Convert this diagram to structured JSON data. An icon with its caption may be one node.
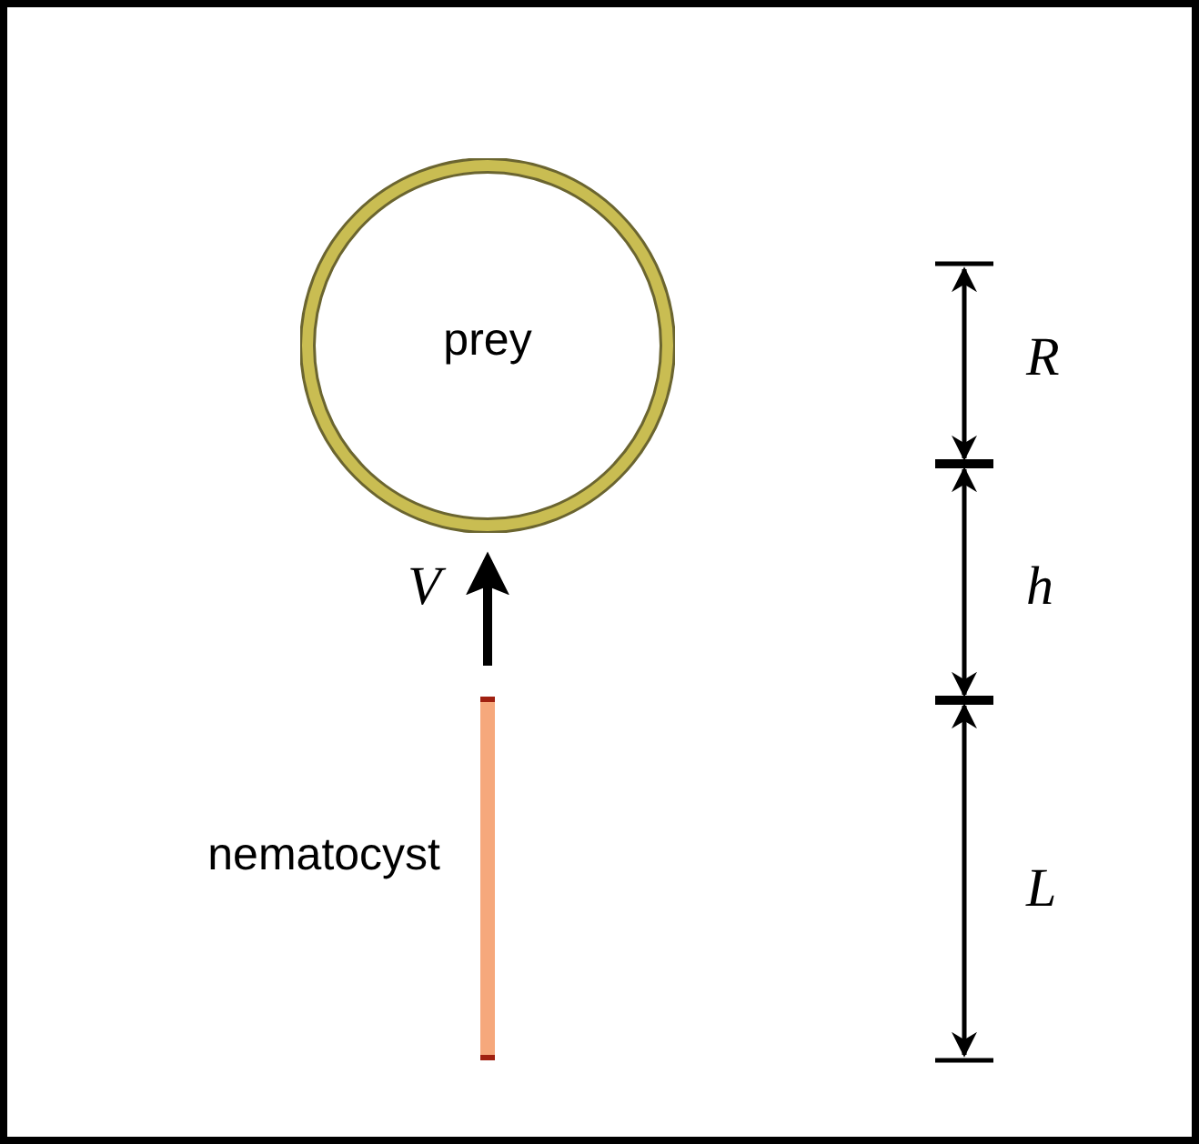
{
  "diagram": {
    "nodes": [
      {
        "text": [
          "prey"
        ]
      },
      {
        "text": [],
        "shape": "bar",
        "beside": [
          "nematocyst"
        ]
      }
    ],
    "edges": [],
    "labels": [
      "V",
      "R",
      "h",
      "L"
    ]
  }
}
